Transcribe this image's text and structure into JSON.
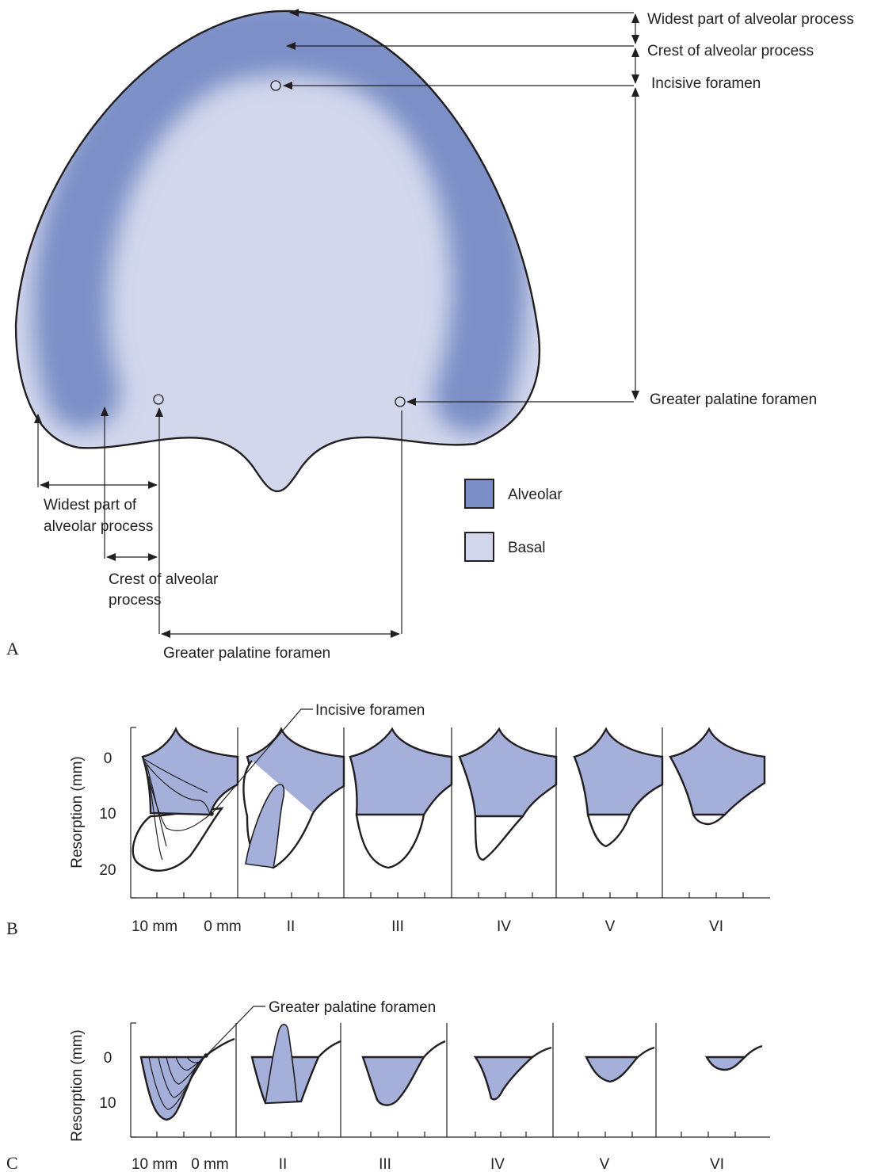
{
  "colors": {
    "alveolar": "#7b8fc6",
    "basal": "#d2d7ec",
    "section_fill": "#a4b0da",
    "outline": "#231f20"
  },
  "panel_a": {
    "letter": "A",
    "labels": {
      "widest_top": "Widest part of alveolar process",
      "crest_top": "Crest of alveolar process",
      "incisive_top": "Incisive foramen",
      "greater_palatine_right": "Greater palatine foramen",
      "widest_bottom_line1": "Widest part of",
      "widest_bottom_line2": "alveolar process",
      "crest_bottom_line1": "Crest of alveolar",
      "crest_bottom_line2": "process",
      "greater_palatine_bottom": "Greater palatine foramen"
    },
    "legend": [
      {
        "label": "Alveolar",
        "color": "#7b8fc6"
      },
      {
        "label": "Basal",
        "color": "#d2d7ec"
      }
    ]
  },
  "panel_b": {
    "letter": "B",
    "y_label": "Resorption (mm)",
    "y_ticks": [
      "0",
      "10",
      "20"
    ],
    "callout": "Incisive foramen",
    "x_labels": [
      "10 mm",
      "0 mm",
      "II",
      "III",
      "IV",
      "V",
      "VI"
    ]
  },
  "panel_c": {
    "letter": "C",
    "y_label": "Resorption (mm)",
    "y_ticks": [
      "0",
      "10"
    ],
    "callout": "Greater palatine foramen",
    "x_labels": [
      "10 mm",
      "0 mm",
      "II",
      "III",
      "IV",
      "V",
      "VI"
    ]
  }
}
